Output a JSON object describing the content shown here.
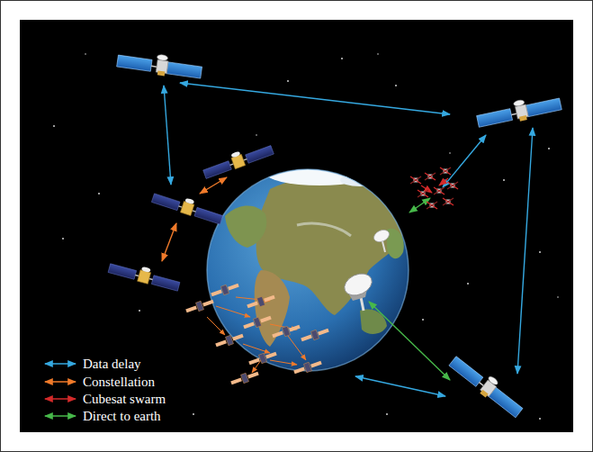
{
  "diagram": {
    "legend": [
      {
        "text": "Data delay"
      },
      {
        "text": "Constellation"
      },
      {
        "text": "Cubesat swarm"
      },
      {
        "text": "Direct to earth"
      }
    ]
  }
}
